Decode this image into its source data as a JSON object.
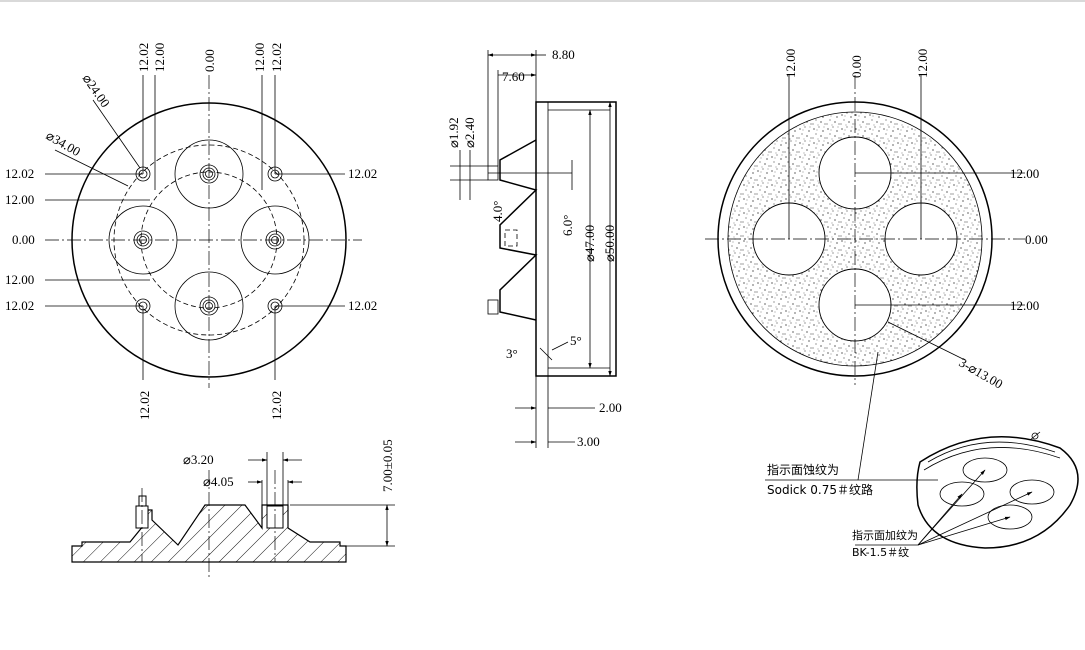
{
  "front_view": {
    "left_labels": [
      "12.02",
      "12.00",
      "0.00",
      "12.00",
      "12.02"
    ],
    "right_labels": [
      "12.02",
      "12.02"
    ],
    "top_labels": [
      "12.02",
      "12.00",
      "0.00",
      "12.00",
      "12.02"
    ],
    "bottom_labels": [
      "12.02",
      "12.02"
    ],
    "dia_24": "⌀24.00",
    "dia_34": "⌀34.00"
  },
  "side_view": {
    "dim_880": "8.80",
    "dim_760": "7.60",
    "dia_192": "⌀1.92",
    "dia_240": "⌀2.40",
    "angle_4": "4.0°",
    "angle_6": "6.0°",
    "dia_47": "⌀47.00",
    "dia_50": "⌀50.00",
    "angle_5": "5°",
    "angle_3": "3°",
    "dim_200": "2.00",
    "dim_300": "3.00"
  },
  "rear_view": {
    "top_labels": [
      "12.00",
      "0.00",
      "12.00"
    ],
    "right_labels": [
      "12.00",
      "0.00",
      "12.00"
    ],
    "holes": "3-⌀13.00"
  },
  "section_view": {
    "dia_320": "⌀3.20",
    "dia_405": "⌀4.05",
    "height": "7.00±0.05"
  },
  "notes": {
    "etch_line1": "指示面蚀纹为",
    "etch_line2": "Sodick 0.75＃纹路",
    "texture_line1": "指示面加纹为",
    "texture_line2": "BK-1.5＃纹"
  }
}
